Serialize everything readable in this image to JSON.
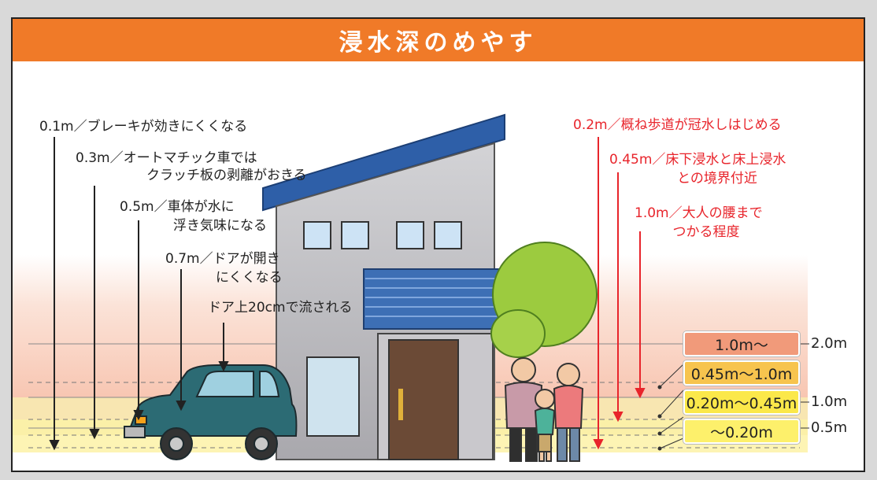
{
  "title": "浸水深のめやす",
  "car_labels": [
    {
      "l1": "0.1m／ブレーキが効きにくくなる"
    },
    {
      "l1": "0.3m／オートマチック車では",
      "l2": "クラッチ板の剥離がおきる"
    },
    {
      "l1": "0.5m／車体が水に",
      "l2": "浮き気味になる"
    },
    {
      "l1": "0.7m／ドアが開き",
      "l2": "にくくなる"
    },
    {
      "l1": "ドア上20cmで流される"
    }
  ],
  "person_labels": [
    {
      "l1": "0.2m／概ね歩道が冠水しはじめる"
    },
    {
      "l1": "0.45m／床下浸水と床上浸水",
      "l2": "との境界付近"
    },
    {
      "l1": "1.0m／大人の腰まで",
      "l2": "つかる程度"
    }
  ],
  "levels": [
    {
      "label": "1.0m～",
      "color": "#f19a7a"
    },
    {
      "label": "0.45m～1.0m",
      "color": "#f7c44e"
    },
    {
      "label": "0.20m～0.45m",
      "color": "#fbe84a"
    },
    {
      "label": "～0.20m",
      "color": "#fdf06b"
    }
  ],
  "heights": [
    "2.0m",
    "1.0m",
    "0.5m"
  ],
  "colors": {
    "accent": "#f07a28",
    "alert": "#e8242b",
    "car": "#2c6b74",
    "roof": "#2e5fa8"
  }
}
